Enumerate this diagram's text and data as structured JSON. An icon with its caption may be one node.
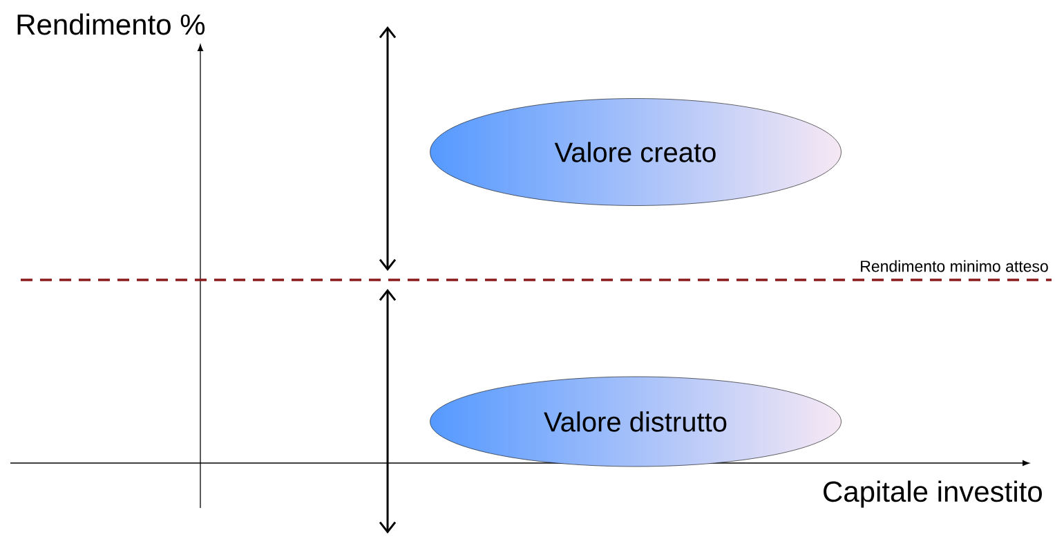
{
  "diagram": {
    "nodes": [
      {
        "text": [
          "Valore creato"
        ]
      },
      {
        "text": [
          "Valore distrutto"
        ]
      }
    ],
    "labels": [
      "Rendimento %",
      "Rendimento minimo atteso",
      "Capitale investito"
    ]
  }
}
